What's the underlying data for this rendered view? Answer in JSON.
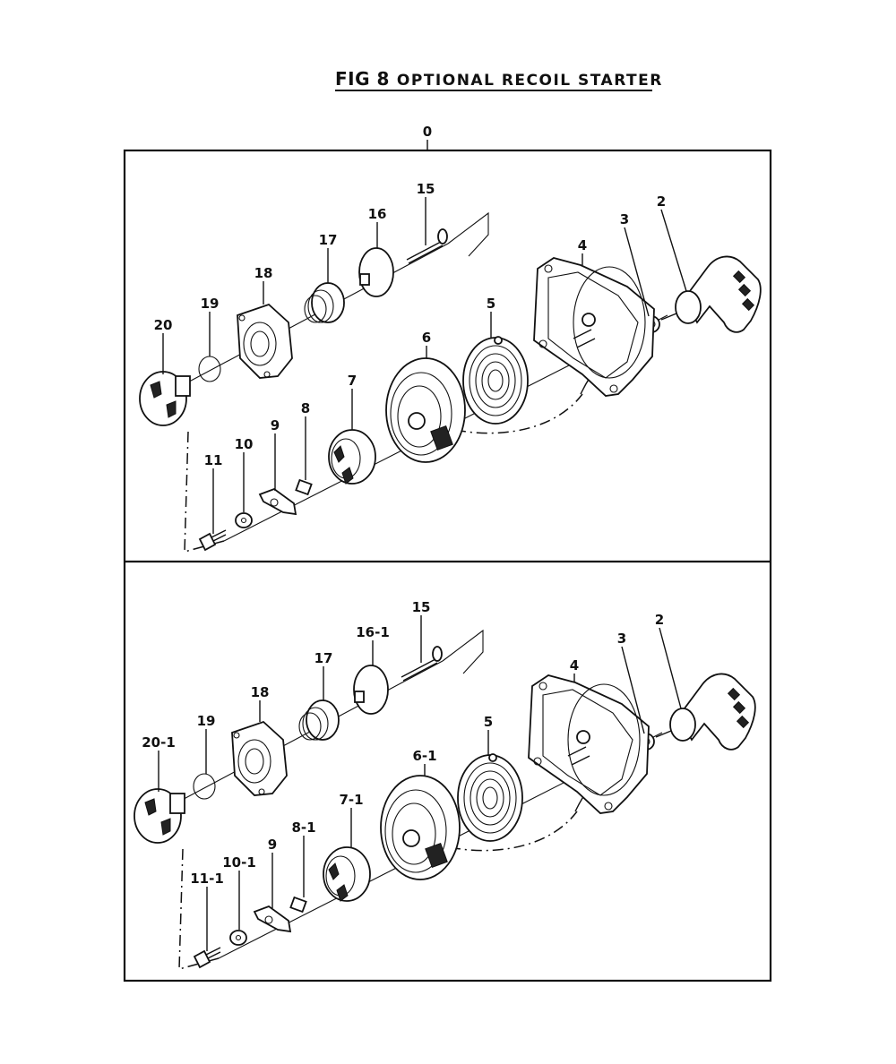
{
  "title": {
    "fig_no": "FIG 8",
    "name": "OPTIONAL RECOIL STARTER"
  },
  "assembly_label": "0",
  "panels": [
    {
      "id": "top",
      "labels": {
        "p20": "20",
        "p19": "19",
        "p18": "18",
        "p17": "17",
        "p16": "16",
        "p15": "15",
        "p4": "4",
        "p3": "3",
        "p2": "2",
        "p5": "5",
        "p6": "6",
        "p7": "7",
        "p8": "8",
        "p9": "9",
        "p10": "10",
        "p11": "11"
      }
    },
    {
      "id": "bottom",
      "labels": {
        "p20": "20-1",
        "p19": "19",
        "p18": "18",
        "p17": "17",
        "p16": "16-1",
        "p15": "15",
        "p4": "4",
        "p3": "3",
        "p2": "2",
        "p5": "5",
        "p6": "6-1",
        "p7": "7-1",
        "p8": "8-1",
        "p9": "9",
        "p10": "10-1",
        "p11": "11-1"
      }
    }
  ]
}
